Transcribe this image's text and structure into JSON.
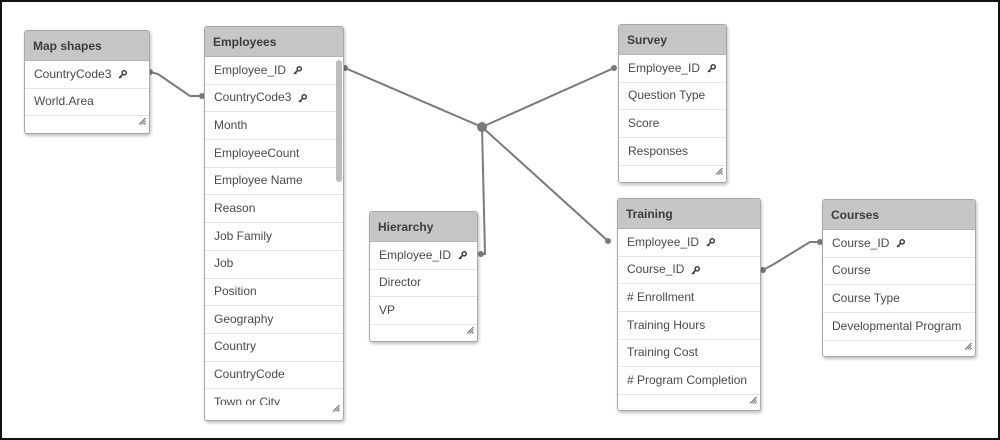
{
  "tables": {
    "map_shapes": {
      "title": "Map shapes",
      "fields": [
        {
          "name": "CountryCode3",
          "key": true
        },
        {
          "name": "World.Area",
          "key": false
        }
      ]
    },
    "employees": {
      "title": "Employees",
      "fields": [
        {
          "name": "Employee_ID",
          "key": true
        },
        {
          "name": "CountryCode3",
          "key": true
        },
        {
          "name": "Month",
          "key": false
        },
        {
          "name": "EmployeeCount",
          "key": false
        },
        {
          "name": "Employee Name",
          "key": false
        },
        {
          "name": "Reason",
          "key": false
        },
        {
          "name": "Job Family",
          "key": false
        },
        {
          "name": "Job",
          "key": false
        },
        {
          "name": "Position",
          "key": false
        },
        {
          "name": "Geography",
          "key": false
        },
        {
          "name": "Country",
          "key": false
        },
        {
          "name": "CountryCode",
          "key": false
        },
        {
          "name": "Town or City",
          "key": false
        }
      ]
    },
    "hierarchy": {
      "title": "Hierarchy",
      "fields": [
        {
          "name": "Employee_ID",
          "key": true
        },
        {
          "name": "Director",
          "key": false
        },
        {
          "name": "VP",
          "key": false
        }
      ]
    },
    "survey": {
      "title": "Survey",
      "fields": [
        {
          "name": "Employee_ID",
          "key": true
        },
        {
          "name": "Question Type",
          "key": false
        },
        {
          "name": "Score",
          "key": false
        },
        {
          "name": "Responses",
          "key": false
        }
      ]
    },
    "training": {
      "title": "Training",
      "fields": [
        {
          "name": "Employee_ID",
          "key": true
        },
        {
          "name": "Course_ID",
          "key": true
        },
        {
          "name": "# Enrollment",
          "key": false
        },
        {
          "name": "Training Hours",
          "key": false
        },
        {
          "name": "Training Cost",
          "key": false
        },
        {
          "name": "# Program Completion",
          "key": false
        }
      ]
    },
    "courses": {
      "title": "Courses",
      "fields": [
        {
          "name": "Course_ID",
          "key": true
        },
        {
          "name": "Course",
          "key": false
        },
        {
          "name": "Course Type",
          "key": false
        },
        {
          "name": "Developmental Program",
          "key": false
        }
      ]
    }
  },
  "icons": {
    "key": "key-icon",
    "resize": "resize-grip-icon",
    "link_dot": "link-dot-icon"
  },
  "colors": {
    "header": "#c6c6c6",
    "link": "#7a7a7a",
    "border": "#a8a8a8",
    "text": "#4a4a4a"
  }
}
